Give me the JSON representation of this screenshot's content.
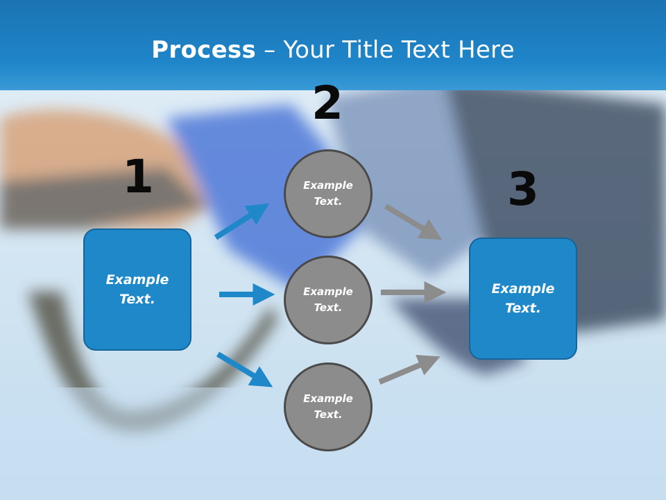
{
  "title": {
    "bold": "Process",
    "rest": " – Your Title Text Here"
  },
  "steps": [
    {
      "number": "1",
      "text": "Example\nText."
    },
    {
      "number": "2",
      "circles": [
        "Example\nText.",
        "Example\nText.",
        "Example\nText."
      ]
    },
    {
      "number": "3",
      "text": "Example\nText."
    }
  ],
  "colors": {
    "accent": "#1e88c9",
    "circle": "#8c8c8c",
    "arrow_gray": "#8c8c8c"
  }
}
